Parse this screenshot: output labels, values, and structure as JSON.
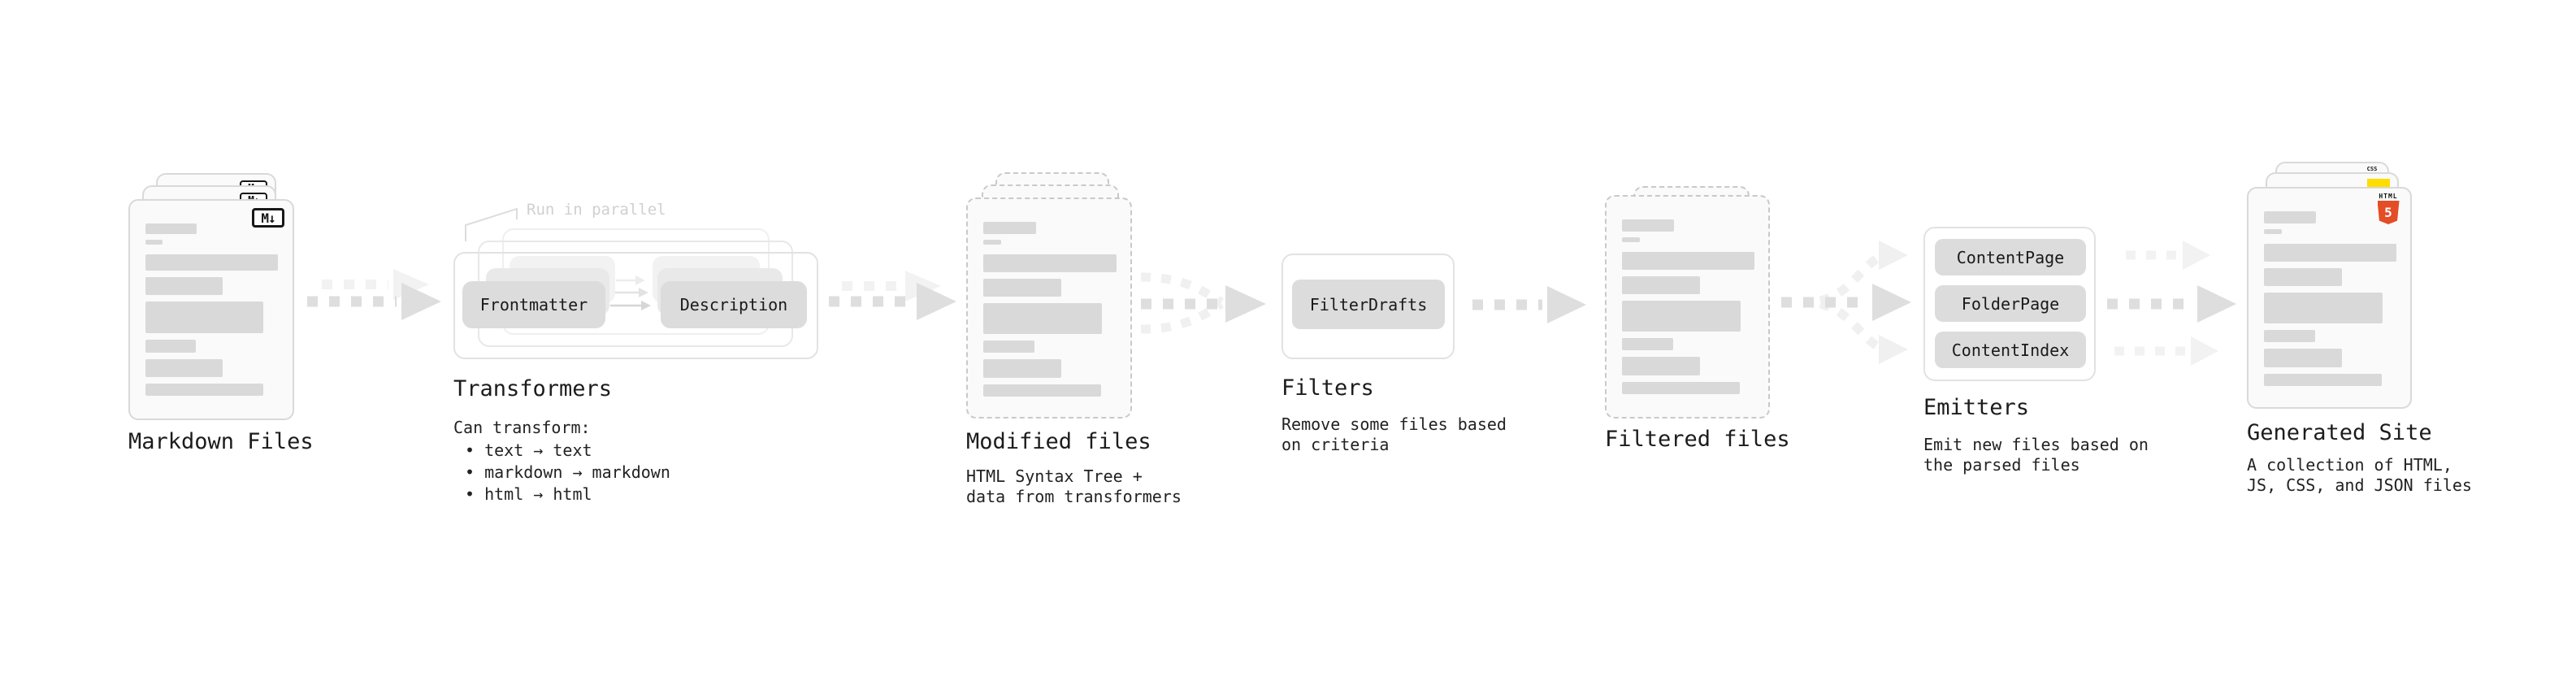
{
  "colors": {
    "background": "#ffffff",
    "document_fill": "#fafafa",
    "document_border": "#d9d9d9",
    "dashed_border": "#c9c9c9",
    "placeholder_bar": "#d9d9d9",
    "chip_fill": "#dcdcdc",
    "text_dark": "#1c1c1c",
    "annotation_muted": "#d0d0d0",
    "arrow_dark": "#dedede",
    "arrow_light": "#f2f2f2",
    "css_blue": "#2962ff",
    "js_yellow": "#ffdd00",
    "html5_orange": "#e44d26"
  },
  "stages": {
    "markdown_files": {
      "title": "Markdown Files",
      "icon_label": "M↓"
    },
    "transformers": {
      "title": "Transformers",
      "annotation": "Run in parallel",
      "box_a": "Frontmatter",
      "box_b": "Description",
      "desc_heading": "Can transform:",
      "bullets": [
        "• text → text",
        "• markdown → markdown",
        "• html → html"
      ]
    },
    "modified_files": {
      "title": "Modified files",
      "desc_line1": "HTML Syntax Tree +",
      "desc_line2": "data from transformers"
    },
    "filters": {
      "title": "Filters",
      "box": "FilterDrafts",
      "desc_line1": "Remove some files based",
      "desc_line2": "on criteria"
    },
    "filtered_files": {
      "title": "Filtered files"
    },
    "emitters": {
      "title": "Emitters",
      "buttons": [
        "ContentPage",
        "FolderPage",
        "ContentIndex"
      ],
      "desc_line1": "Emit new files based on",
      "desc_line2": "the parsed files"
    },
    "generated_site": {
      "title": "Generated Site",
      "desc_line1": "A collection of HTML,",
      "desc_line2": "JS, CSS, and JSON files",
      "badges": {
        "css": "CSS",
        "html_word": "HTML",
        "html_number": "5"
      }
    }
  }
}
